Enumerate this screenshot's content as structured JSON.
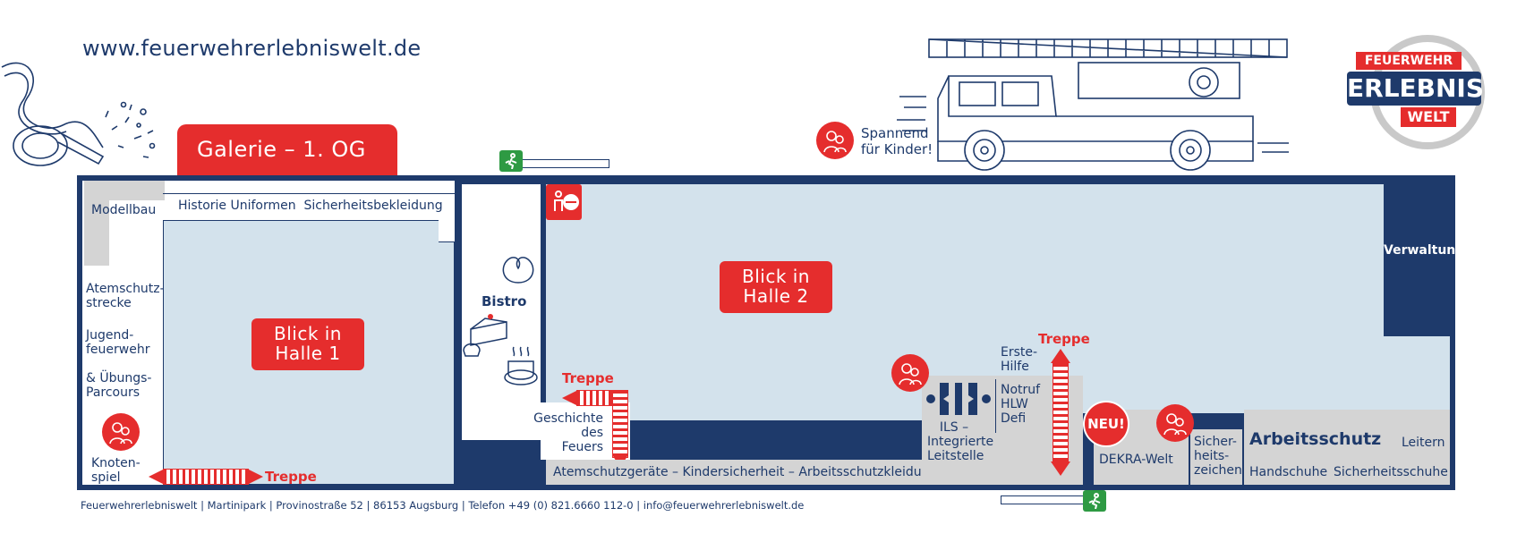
{
  "header": {
    "url": "www.feuerwehrerlebniswelt.de"
  },
  "logo": {
    "line1": "FEUERWEHR",
    "line2": "ERLEBNIS",
    "line3": "WELT"
  },
  "kids_hint": {
    "line1": "Spannend",
    "line2": "für Kinder!"
  },
  "floor_tab": {
    "label": "Galerie – 1. OG"
  },
  "left_wing": {
    "modellbau": "Modellbau",
    "top_strip": "Historie Uniformen  Sicherheitsbekleidung",
    "atemschutz_1": "Atemschutz-",
    "atemschutz_2": "strecke",
    "jugend_1": "Jugend-",
    "jugend_2": "feuerwehr",
    "uebung_1": "& Übungs-",
    "uebung_2": "Parcours",
    "knoten_1": "Knoten-",
    "knoten_2": "spiel",
    "hall_line1": "Blick in",
    "hall_line2": "Halle 1"
  },
  "bistro": {
    "label": "Bistro"
  },
  "hall2": {
    "line1": "Blick in",
    "line2": "Halle 2"
  },
  "verwaltung": {
    "label": "Verwaltung"
  },
  "geschichte": {
    "line1": "Geschichte",
    "line2": "des",
    "line3": "Feuers"
  },
  "bottom_strip": {
    "label": "Atemschutzgeräte – Kindersicherheit – Arbeitsschutzkleidung"
  },
  "ils": {
    "line1": "ILS –",
    "line2": "Integrierte",
    "line3": "Leitstelle"
  },
  "notruf": {
    "line1": "Notruf",
    "line2": "HLW",
    "line3": "Defi"
  },
  "erste_hilfe": {
    "line1": "Erste-",
    "line2": "Hilfe"
  },
  "neu_badge": {
    "label": "NEU!"
  },
  "dekra": {
    "label": "DEKRA-Welt"
  },
  "sicher": {
    "line1": "Sicher-",
    "line2": "heits-",
    "line3": "zeichen"
  },
  "arbeitsschutz": {
    "title": "Arbeitsschutz",
    "leitern": "Leitern",
    "handschuhe": "Handschuhe",
    "sicherheitsschuhe": "Sicherheitsschuhe"
  },
  "stairs": {
    "left": "Treppe",
    "middle": "Treppe",
    "right": "Treppe"
  },
  "footer": {
    "text": "Feuerwehrerlebniswelt  | Martinipark | Provinostraße 52  | 86153 Augsburg | Telefon +49 (0) 821.6660 112-0 | info@feuerwehrerlebniswelt.de"
  },
  "colors": {
    "navy": "#1e3a6b",
    "red": "#e52d2d",
    "hall_fill": "#d3e2ec",
    "grey_fill": "#d4d4d4",
    "exit_green": "#2e9a43"
  },
  "icons": [
    "hose-icon",
    "fire-truck-illustration",
    "kids-icon",
    "exit-sign-icon",
    "toilet-icon",
    "pretzel-icon",
    "cake-icon",
    "coffee-icon",
    "ils-logo-icon"
  ]
}
